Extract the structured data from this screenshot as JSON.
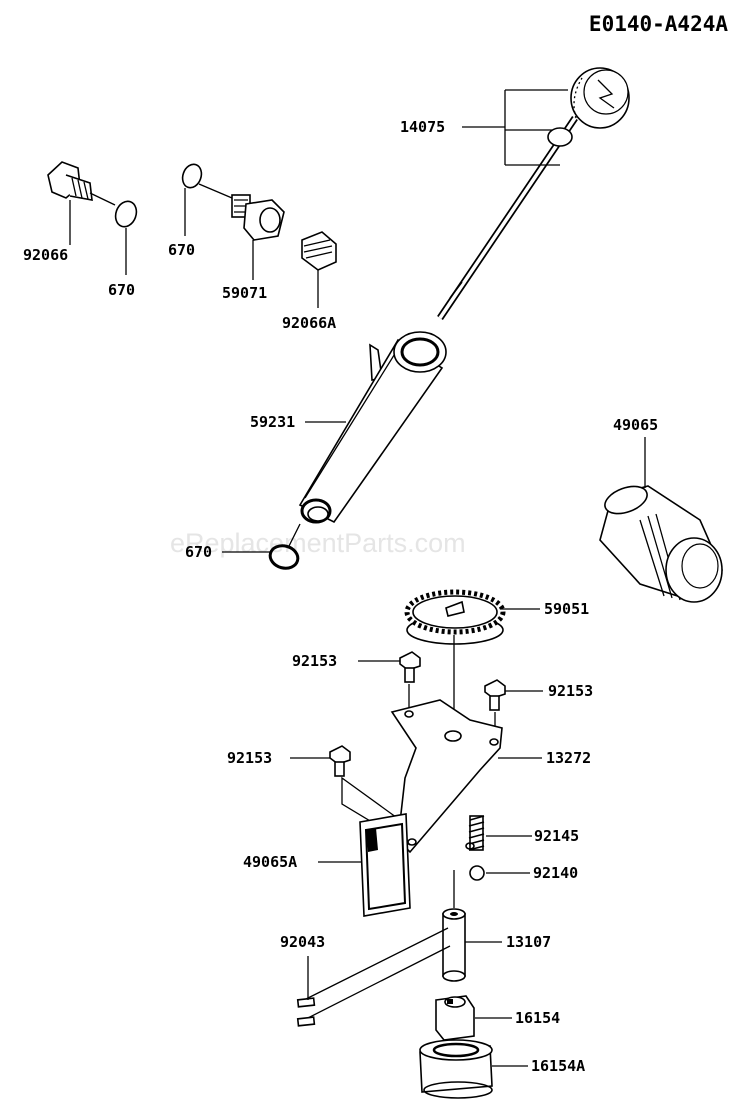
{
  "diagram_code": "E0140-A424A",
  "watermark": "eReplacementParts.com",
  "parts": [
    {
      "id": "p-14075",
      "label": "14075"
    },
    {
      "id": "p-92066",
      "label": "92066"
    },
    {
      "id": "p-670-a",
      "label": "670"
    },
    {
      "id": "p-670-b",
      "label": "670"
    },
    {
      "id": "p-59071",
      "label": "59071"
    },
    {
      "id": "p-92066A",
      "label": "92066A"
    },
    {
      "id": "p-59231",
      "label": "59231"
    },
    {
      "id": "p-49065",
      "label": "49065"
    },
    {
      "id": "p-670-c",
      "label": "670"
    },
    {
      "id": "p-59051",
      "label": "59051"
    },
    {
      "id": "p-92153-a",
      "label": "92153"
    },
    {
      "id": "p-92153-b",
      "label": "92153"
    },
    {
      "id": "p-92153-c",
      "label": "92153"
    },
    {
      "id": "p-13272",
      "label": "13272"
    },
    {
      "id": "p-92145",
      "label": "92145"
    },
    {
      "id": "p-49065A",
      "label": "49065A"
    },
    {
      "id": "p-92140",
      "label": "92140"
    },
    {
      "id": "p-92043",
      "label": "92043"
    },
    {
      "id": "p-13107",
      "label": "13107"
    },
    {
      "id": "p-16154",
      "label": "16154"
    },
    {
      "id": "p-16154A",
      "label": "16154A"
    }
  ]
}
